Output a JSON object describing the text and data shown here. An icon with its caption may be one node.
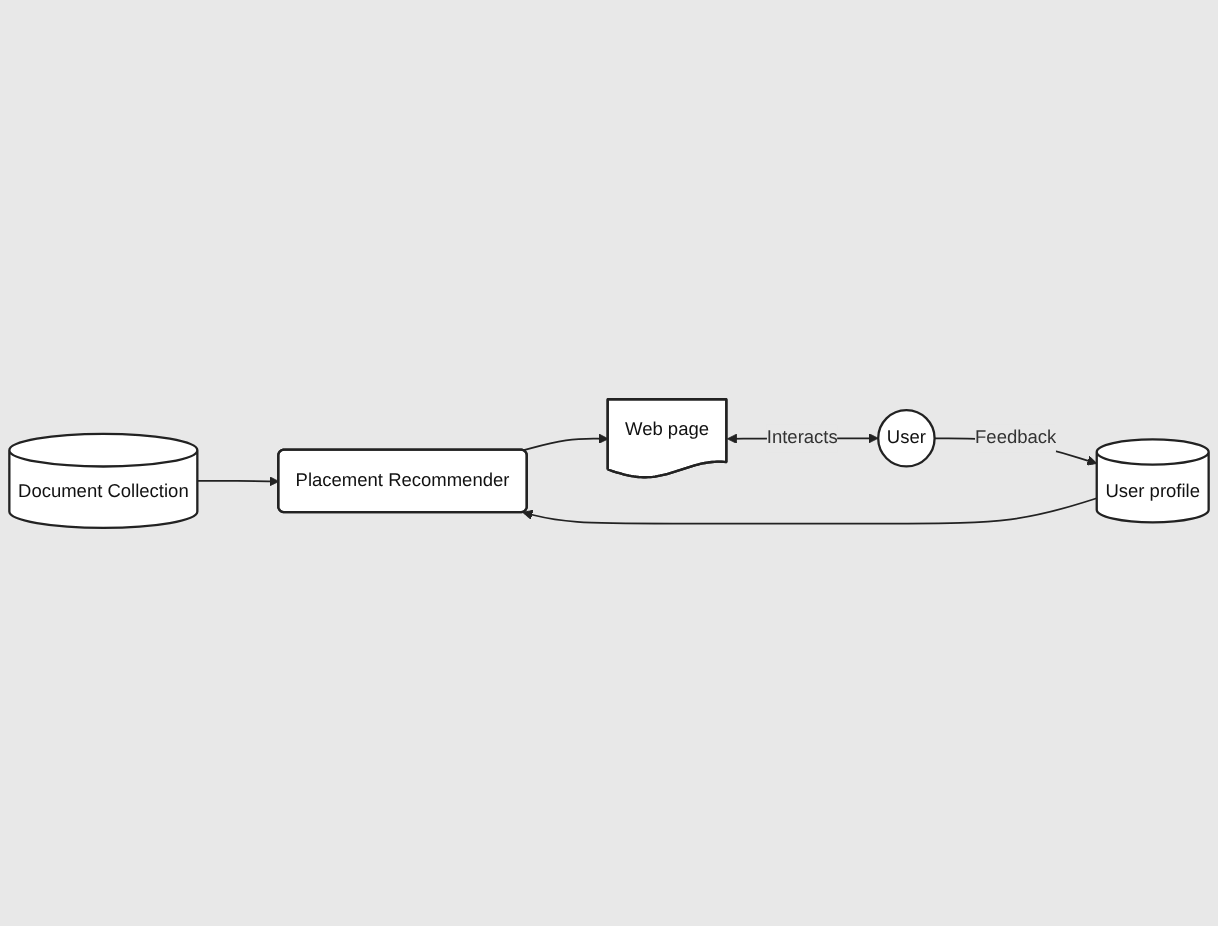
{
  "diagram": {
    "nodes": [
      {
        "text": [
          "Document Collection"
        ]
      },
      {
        "text": [
          "Placement Recommender"
        ]
      },
      {
        "text": [
          "Web page"
        ]
      },
      {
        "text": [
          "User profile"
        ]
      },
      {
        "text": [
          "User"
        ]
      }
    ],
    "edges": [
      {
        "from": 0,
        "to": 1,
        "arrow": "to"
      },
      {
        "from": 1,
        "to": 2,
        "arrow": "to"
      },
      {
        "from": 2,
        "to": 4,
        "label": "Interacts",
        "arrow": "both"
      },
      {
        "from": 4,
        "to": 3,
        "label": "Feedback",
        "arrow": "to"
      },
      {
        "from": 3,
        "to": 1,
        "arrow": "to"
      }
    ]
  }
}
